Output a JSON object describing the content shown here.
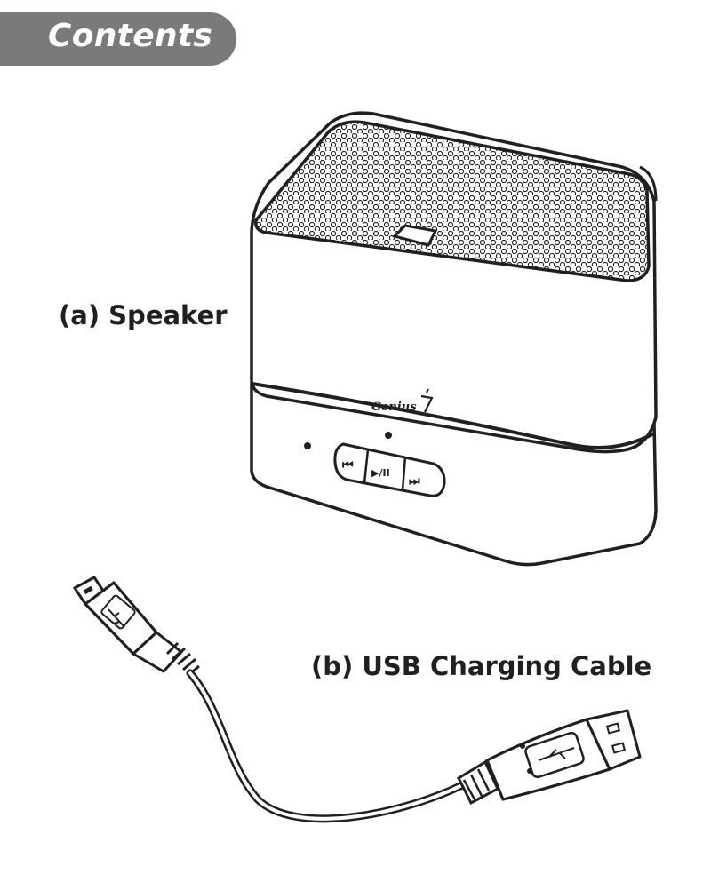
{
  "header": {
    "title": "Contents"
  },
  "items": [
    {
      "label": "(a) Speaker"
    },
    {
      "label": "(b) USB Charging Cable"
    }
  ],
  "speaker": {
    "brand_text": "Genius",
    "button_prev": "⏮",
    "button_play": "▶/II",
    "button_next": "⏭"
  },
  "colors": {
    "header_bg": "#7a7a7a",
    "header_text": "#ffffff",
    "ink": "#231f20"
  }
}
